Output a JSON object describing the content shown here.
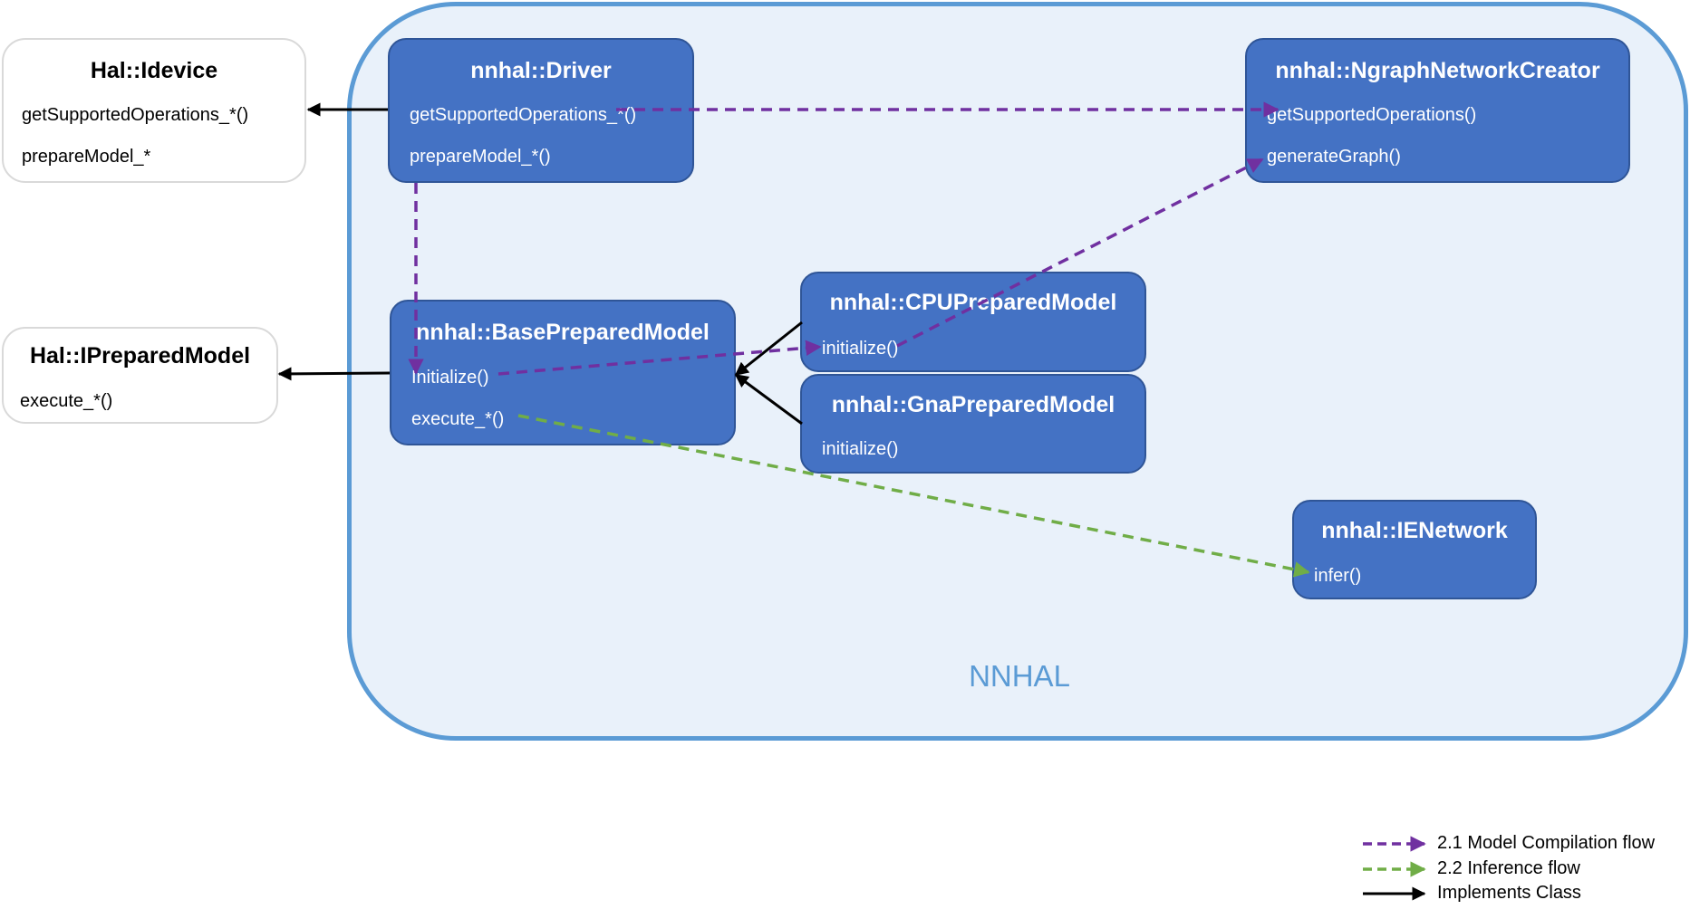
{
  "container": {
    "label": "NNHAL"
  },
  "boxes": {
    "hal_idevice": {
      "title": "Hal::Idevice",
      "methods": [
        "getSupportedOperations_*()",
        "prepareModel_*"
      ]
    },
    "hal_iprepared": {
      "title": "Hal::IPreparedModel",
      "methods": [
        "execute_*()"
      ]
    },
    "driver": {
      "title": "nnhal::Driver",
      "methods": [
        "getSupportedOperations_*()",
        "prepareModel_*()"
      ]
    },
    "ngraph": {
      "title": "nnhal::NgraphNetworkCreator",
      "methods": [
        "getSupportedOperations()",
        "generateGraph()"
      ]
    },
    "base": {
      "title": "nnhal::BasePreparedModel",
      "methods": [
        "Initialize()",
        "execute_*()"
      ]
    },
    "cpu": {
      "title": "nnhal::CPUPreparedModel",
      "methods": [
        "initialize()"
      ]
    },
    "gna": {
      "title": "nnhal::GnaPreparedModel",
      "methods": [
        "initialize()"
      ]
    },
    "ienet": {
      "title": "nnhal::IENetwork",
      "methods": [
        "infer()"
      ]
    }
  },
  "legend": [
    {
      "label": "2.1 Model Compilation flow",
      "color": "#7030a0",
      "style": "dashed"
    },
    {
      "label": "2.2 Inference flow",
      "color": "#70ad47",
      "style": "dashed"
    },
    {
      "label": "Implements Class",
      "color": "#000000",
      "style": "solid"
    }
  ]
}
